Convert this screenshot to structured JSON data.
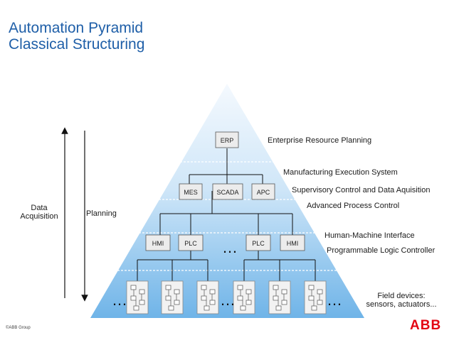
{
  "title": {
    "line1": "Automation Pyramid",
    "line2": "Classical Structuring"
  },
  "boxes": {
    "erp": "ERP",
    "mes": "MES",
    "scada": "SCADA",
    "apc": "APC",
    "hmi_left": "HMI",
    "plc_left": "PLC",
    "plc_right": "PLC",
    "hmi_right": "HMI"
  },
  "labels": {
    "erp": "Enterprise Resource Planning",
    "mes": "Manufacturing Execution System",
    "scada": "Supervisory Control and Data Aquisition",
    "apc": "Advanced Process Control",
    "hmi": "Human-Machine Interface",
    "plc": "Programmable Logic Controller",
    "field_line1": "Field devices:",
    "field_line2": "sensors, actuators..."
  },
  "axes": {
    "data_acquisition_line1": "Data",
    "data_acquisition_line2": "Acquisition",
    "planning": "Planning"
  },
  "ellipsis": "…",
  "footer": "©ABB Group",
  "logo": "ABB",
  "colors": {
    "title": "#1f5fa8",
    "pyramid_light": "#e4f1fb",
    "pyramid_dark": "#6fb4e8",
    "logo": "#e30613"
  }
}
